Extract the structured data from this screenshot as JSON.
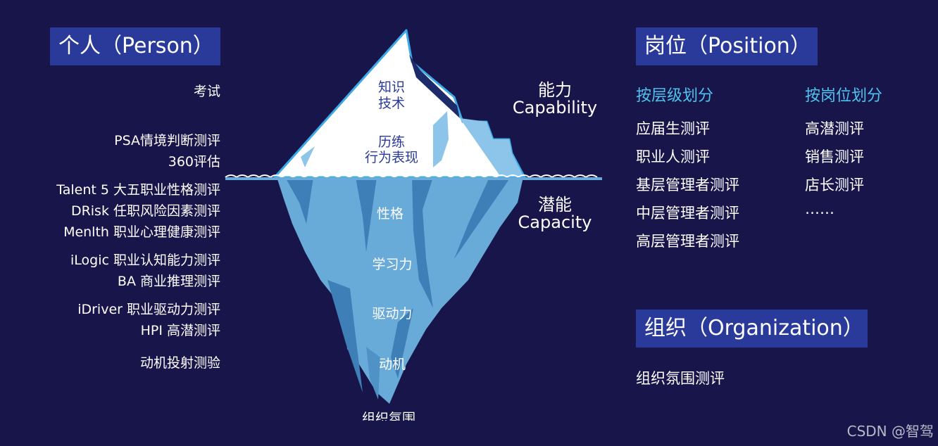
{
  "person": {
    "title": "个人（Person）",
    "items": [
      "考试",
      "PSA情境判断测评",
      "360评估",
      "Talent 5 大五职业性格测评",
      "DRisk 任职风险因素测评",
      "Menlth 职业心理健康测评",
      "iLogic 职业认知能力测评",
      "BA 商业推理测评",
      "iDriver 职业驱动力测评",
      "HPI 高潜测评",
      "动机投射测验"
    ]
  },
  "iceberg": {
    "above": [
      "知识",
      "技术",
      "历练",
      "行为表现"
    ],
    "below": [
      "性格",
      "学习力",
      "驱动力",
      "动机"
    ],
    "base": "组织氛围",
    "capability_cn": "能力",
    "capability_en": "Capability",
    "capacity_cn": "潜能",
    "capacity_en": "Capacity"
  },
  "position": {
    "title": "岗位（Position）",
    "by_level": {
      "heading": "按层级划分",
      "items": [
        "应届生测评",
        "职业人测评",
        "基层管理者测评",
        "中层管理者测评",
        "高层管理者测评"
      ]
    },
    "by_post": {
      "heading": "按岗位划分",
      "items": [
        "高潜测评",
        "销售测评",
        "店长测评",
        "……"
      ]
    }
  },
  "organization": {
    "title": "组织（Organization）",
    "items": [
      "组织氛围测评"
    ]
  },
  "watermark": "CSDN @智驾",
  "colors": {
    "background": "#17154a",
    "header_bg": "#2a3a9a",
    "accent": "#4fc3ee",
    "ice_top": "#ffffff",
    "ice_under": "#68aad8"
  }
}
